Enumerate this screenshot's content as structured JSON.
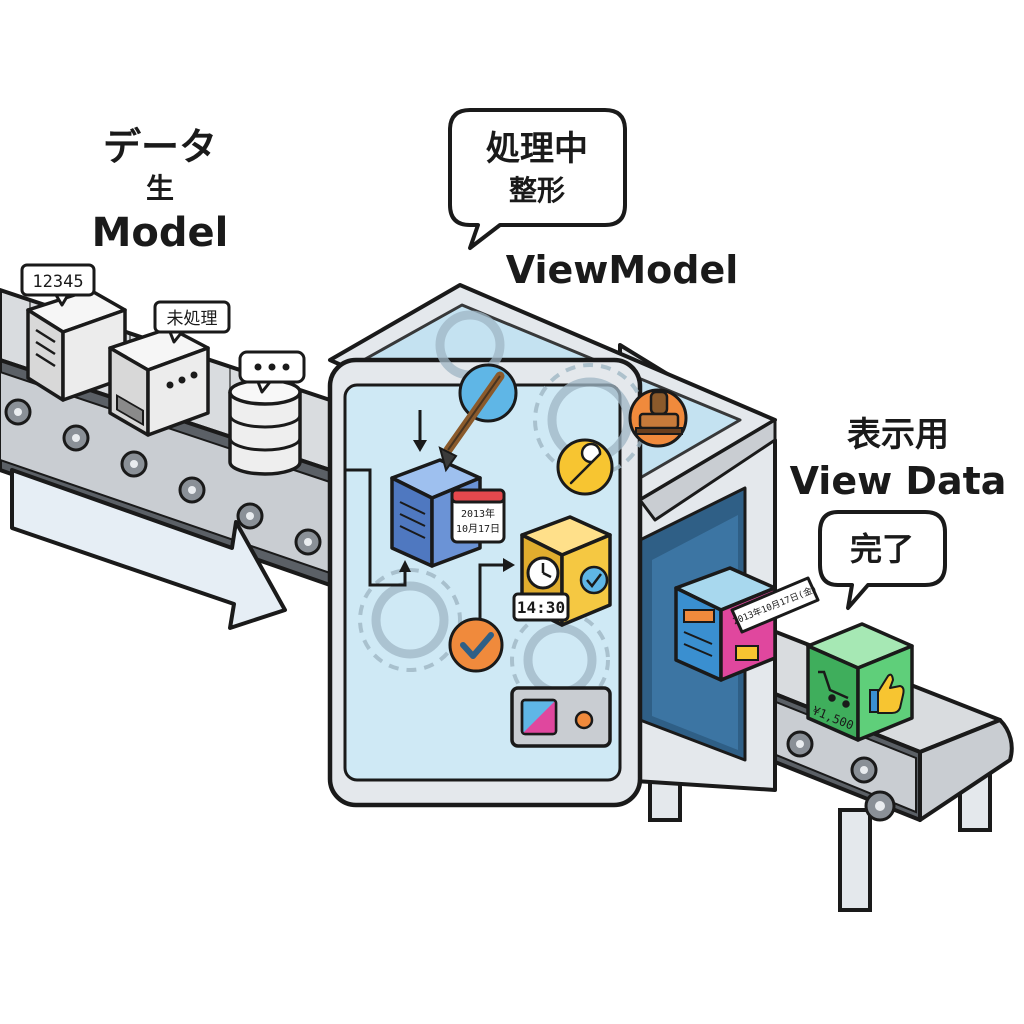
{
  "model": {
    "title": "データ",
    "subtitle": "生",
    "name": "Model",
    "tags": [
      "12345",
      "未処理"
    ]
  },
  "viewmodel": {
    "bubble_line1": "処理中",
    "bubble_line2": "整形",
    "name": "ViewModel",
    "calendar_text_1": "2013年",
    "calendar_text_2": "10月17日",
    "clock_text": "14:30"
  },
  "viewdata": {
    "title": "表示用",
    "name": "View Data",
    "bubble": "完了",
    "date_tag": "2013年10月17日(金)",
    "price_text": "¥1,500"
  },
  "colors": {
    "outline": "#1a1a1a",
    "glass": "#cfe9f5",
    "machine_frame": "#e4e8ec",
    "conveyor": "#c9cdd2",
    "belt_dark": "#5b6066",
    "arrow_fill": "#e6eef5",
    "box_gray": "#eeeeee",
    "box_blue": "#6b93d6",
    "box_yellow": "#f5c842",
    "box_pink": "#e0479e",
    "box_green": "#5fcf7a",
    "icon_orange": "#f08a3c",
    "icon_yellow": "#f7c531",
    "icon_blue": "#5fb6e6"
  },
  "icons": [
    "document-icon",
    "database-icon",
    "chat-bubble-icon",
    "gear-icon",
    "paintbrush-icon",
    "stamp-icon",
    "wrench-icon",
    "check-icon",
    "calendar-icon",
    "clock-icon",
    "cart-icon",
    "thumbs-up-icon",
    "control-panel-icon"
  ]
}
